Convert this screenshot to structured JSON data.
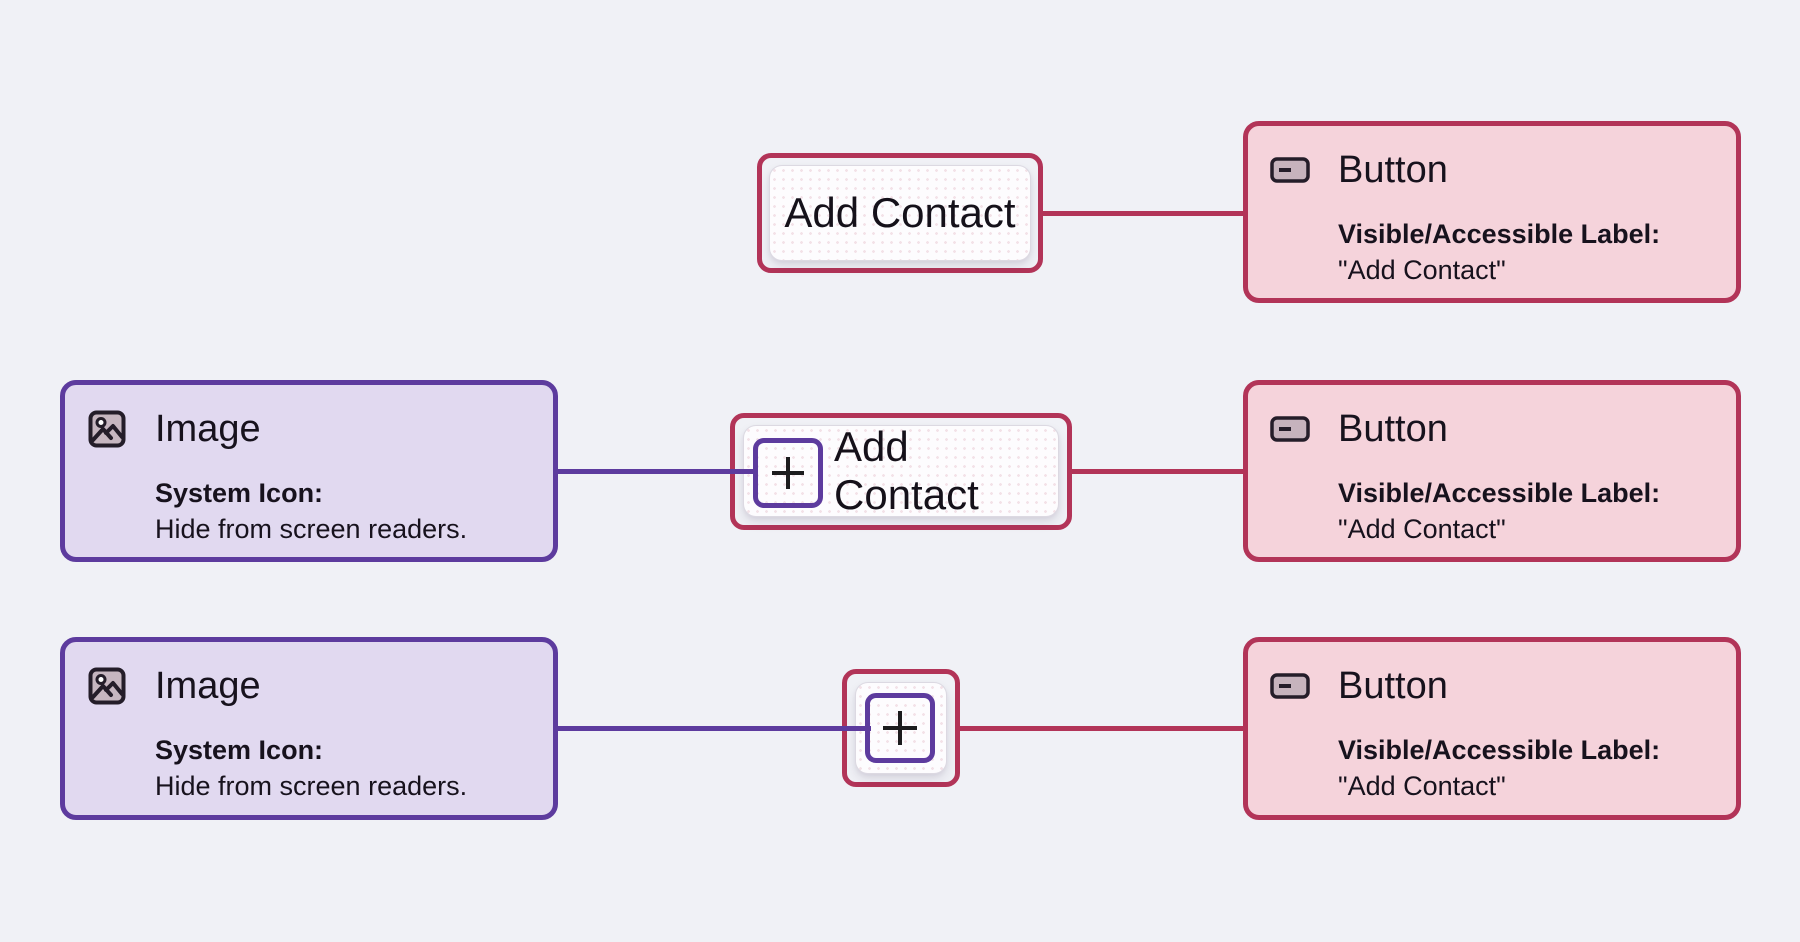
{
  "diagram": {
    "description": "Accessibility annotation diagram for three Add Contact button variants",
    "colors": {
      "background": "#f0f1f6",
      "button_annotation_border": "#b23458",
      "button_annotation_fill": "#f5d3db",
      "image_annotation_border": "#5d3b9e",
      "image_annotation_fill": "#e1d9f0"
    },
    "rows": [
      {
        "name": "text-only-button",
        "target": {
          "label": "Add Contact"
        },
        "button_annotation": {
          "icon": "button-icon",
          "title": "Button",
          "field_label": "Visible/Accessible Label:",
          "field_value": "\"Add Contact\""
        }
      },
      {
        "name": "icon-and-text-button",
        "target": {
          "label": "Add Contact",
          "icon": "plus-icon"
        },
        "image_annotation": {
          "icon": "image-icon",
          "title": "Image",
          "field_label": "System Icon:",
          "field_value": "Hide from screen readers."
        },
        "button_annotation": {
          "icon": "button-icon",
          "title": "Button",
          "field_label": "Visible/Accessible Label:",
          "field_value": "\"Add Contact\""
        }
      },
      {
        "name": "icon-only-button",
        "target": {
          "icon": "plus-icon"
        },
        "image_annotation": {
          "icon": "image-icon",
          "title": "Image",
          "field_label": "System Icon:",
          "field_value": "Hide from screen readers."
        },
        "button_annotation": {
          "icon": "button-icon",
          "title": "Button",
          "field_label": "Visible/Accessible Label:",
          "field_value": "\"Add Contact\""
        }
      }
    ]
  }
}
